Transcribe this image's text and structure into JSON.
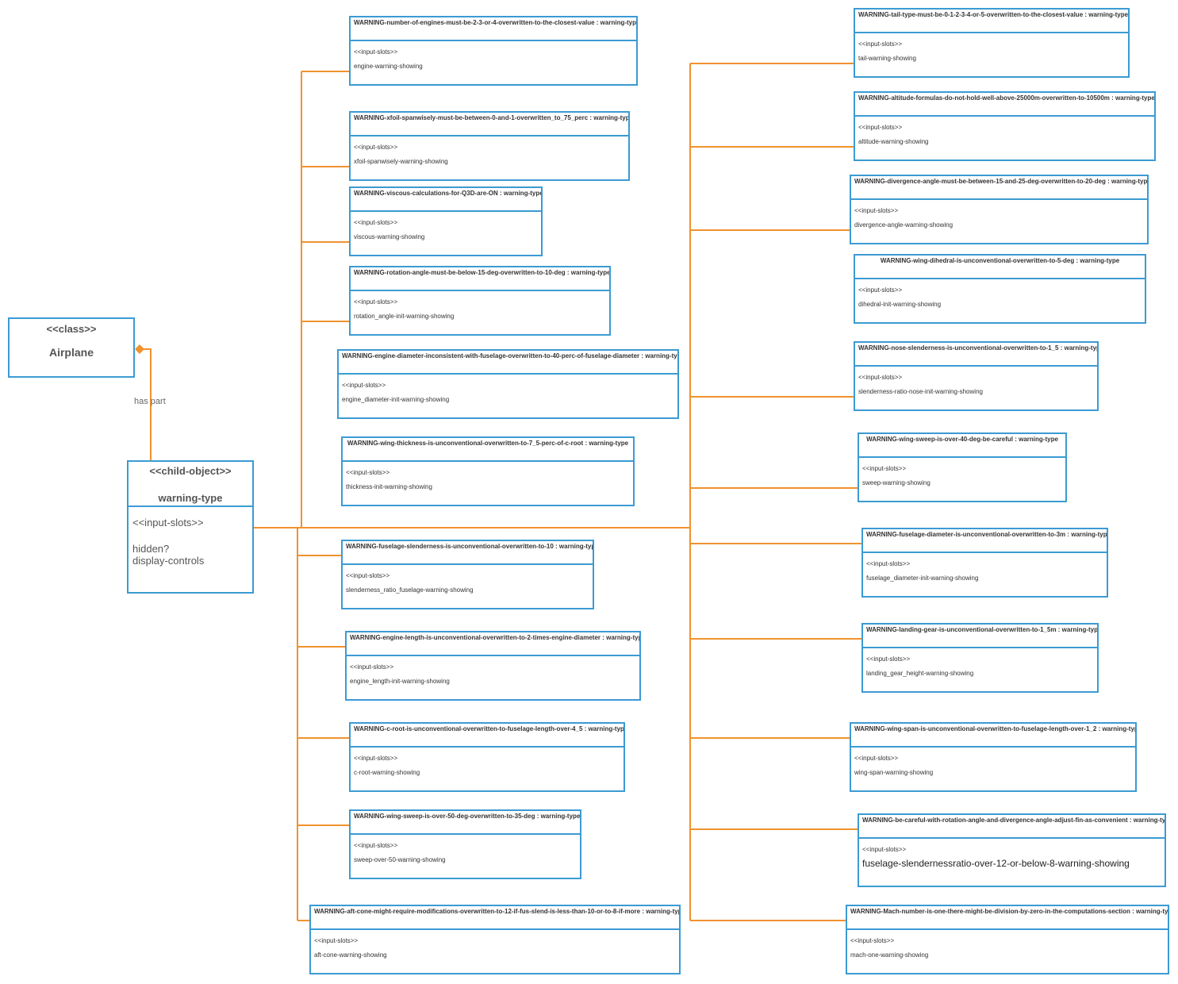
{
  "diagram": {
    "relation_label": "has part",
    "class_box": {
      "stereotype": "<<class>>",
      "name": "Airplane"
    },
    "child_object": {
      "stereotype": "<<child-object>>",
      "name": "warning-type",
      "slots_label": "<<input-slots>>",
      "slots": [
        "hidden?",
        "display-controls"
      ]
    },
    "warnings_left": [
      {
        "title": "WARNING-number-of-engines-must-be-2-3-or-4-overwritten-to-the-closest-value : warning-type",
        "stereotype": "<<input-slots>>",
        "slot": "engine-warning-showing"
      },
      {
        "title": "WARNING-xfoil-spanwisely-must-be-between-0-and-1-overwritten_to_75_perc : warning-type",
        "stereotype": "<<input-slots>>",
        "slot": "xfoil-spanwisely-warning-showing"
      },
      {
        "title": "WARNING-viscous-calculations-for-Q3D-are-ON : warning-type",
        "stereotype": "<<input-slots>>",
        "slot": "viscous-warning-showing"
      },
      {
        "title": "WARNING-rotation-angle-must-be-below-15-deg-overwritten-to-10-deg : warning-type",
        "stereotype": "<<input-slots>>",
        "slot": "rotation_angle-init-warning-showing"
      },
      {
        "title": "WARNING-engine-diameter-inconsistent-with-fuselage-overwritten-to-40-perc-of-fuselage-diameter : warning-type",
        "stereotype": "<<input-slots>>",
        "slot": "engine_diameter-init-warning-showing"
      },
      {
        "title": "WARNING-wing-thickness-is-unconventional-overwritten-to-7_5-perc-of-c-root : warning-type",
        "stereotype": "<<input-slots>>",
        "slot": "thickness-init-warning-showing"
      },
      {
        "title": "WARNING-fuselage-slenderness-is-unconventional-overwritten-to-10 : warning-type",
        "stereotype": "<<input-slots>>",
        "slot": "slenderness_ratio_fuselage-warning-showing"
      },
      {
        "title": "WARNING-engine-length-is-unconventional-overwritten-to-2-times-engine-diameter : warning-type",
        "stereotype": "<<input-slots>>",
        "slot": "engine_length-init-warning-showing"
      },
      {
        "title": "WARNING-c-root-is-unconventional-overwritten-to-fuselage-length-over-4_5 : warning-type",
        "stereotype": "<<input-slots>>",
        "slot": "c-root-warning-showing"
      },
      {
        "title": "WARNING-wing-sweep-is-over-50-deg-overwritten-to-35-deg : warning-type",
        "stereotype": "<<input-slots>>",
        "slot": "sweep-over-50-warning-showing"
      },
      {
        "title": "WARNING-aft-cone-might-require-modifications-overwritten-to-12-if-fus-slend-is-less-than-10-or-to-8-if-more : warning-type",
        "stereotype": "<<input-slots>>",
        "slot": "aft-cone-warning-showing"
      }
    ],
    "warnings_right": [
      {
        "title": "WARNING-tail-type-must-be-0-1-2-3-4-or-5-overwritten-to-the-closest-value : warning-type",
        "stereotype": "<<input-slots>>",
        "slot": "tail-warning-showing"
      },
      {
        "title": "WARNING-altitude-formulas-do-not-hold-well-above-25000m-overwritten-to-10500m : warning-type",
        "stereotype": "<<input-slots>>",
        "slot": "altitude-warning-showing"
      },
      {
        "title": "WARNING-divergence-angle-must-be-between-15-and-25-deg-overwritten-to-20-deg : warning-type",
        "stereotype": "<<input-slots>>",
        "slot": "divergence-angle-warning-showing"
      },
      {
        "title": "WARNING-wing-dihedral-is-unconventional-overwritten-to-5-deg : warning-type",
        "stereotype": "<<input-slots>>",
        "slot": "dihedral-init-warning-showing"
      },
      {
        "title": "WARNING-nose-slenderness-is-unconventional-overwritten-to-1_5 : warning-type",
        "stereotype": "<<input-slots>>",
        "slot": "slenderness-ratio-nose-init-warning-showing"
      },
      {
        "title": "WARNING-wing-sweep-is-over-40-deg-be-careful : warning-type",
        "stereotype": "<<input-slots>>",
        "slot": "sweep-warning-showing"
      },
      {
        "title": "WARNING-fuselage-diameter-is-unconventional-overwritten-to-3m : warning-type",
        "stereotype": "<<input-slots>>",
        "slot": "fuselage_diameter-init-warning-showing"
      },
      {
        "title": "WARNING-landing-gear-is-unconventional-overwritten-to-1_5m : warning-type",
        "stereotype": "<<input-slots>>",
        "slot": "landing_gear_height-warning-showing"
      },
      {
        "title": "WARNING-wing-span-is-unconventional-overwritten-to-fuselage-length-over-1_2 : warning-type",
        "stereotype": "<<input-slots>>",
        "slot": "wing-span-warning-showing"
      },
      {
        "title": "WARNING-be-careful-with-rotation-angle-and-divergence-angle-adjust-fin-as-convenient : warning-type",
        "stereotype": "<<input-slots>>",
        "slot": "fuselage-slendernessratio-over-12-or-below-8-warning-showing"
      },
      {
        "title": "WARNING-Mach-number-is-one-there-might-be-division-by-zero-in-the-computations-section : warning-type",
        "stereotype": "<<input-slots>>",
        "slot": "mach-one-warning-showing"
      }
    ],
    "colors": {
      "box_border": "#3b9bd3",
      "connector": "#f0922e",
      "text": "#333333"
    }
  }
}
